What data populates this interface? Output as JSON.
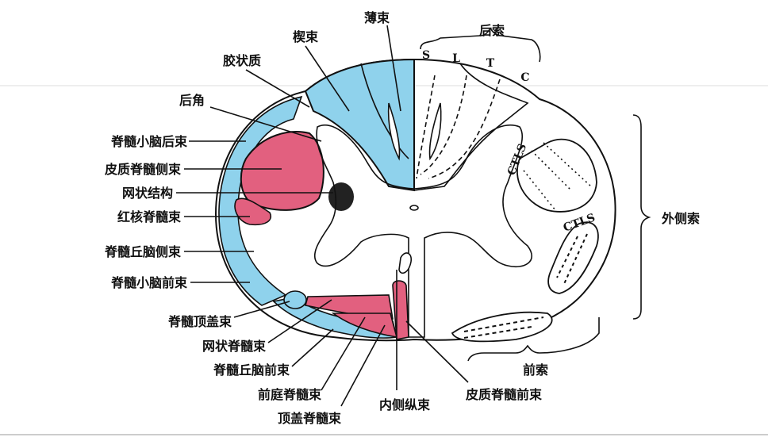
{
  "title": "脊髓横切面传导束",
  "colors": {
    "ascending": "#8fd2ec",
    "descending": "#e2607f",
    "outline": "#111111"
  },
  "top_labels": {
    "fasciculus_gracilis": "薄束",
    "fasciculus_cuneatus": "楔束",
    "posterior_funiculus": "后索",
    "substantia_gelatinosa": "胶状质",
    "posterior_horn": "后角"
  },
  "segments": {
    "s": "S",
    "l": "L",
    "t": "T",
    "c": "C"
  },
  "left_labels": [
    "脊髓小脑后束",
    "皮质脊髓侧束",
    "网状结构",
    "红核脊髓束",
    "脊髓丘脑侧束",
    "脊髓小脑前束"
  ],
  "bottom_labels": [
    "脊髓顶盖束",
    "网状脊髓束",
    "脊髓丘脑前束",
    "前庭脊髓束",
    "顶盖脊髓束",
    "内侧纵束",
    "皮质脊髓前束"
  ],
  "right_labels": {
    "anterior_funiculus": "前索",
    "lateral_funiculus": "外侧索"
  },
  "ctls": [
    "CTLS",
    "CTLS"
  ]
}
